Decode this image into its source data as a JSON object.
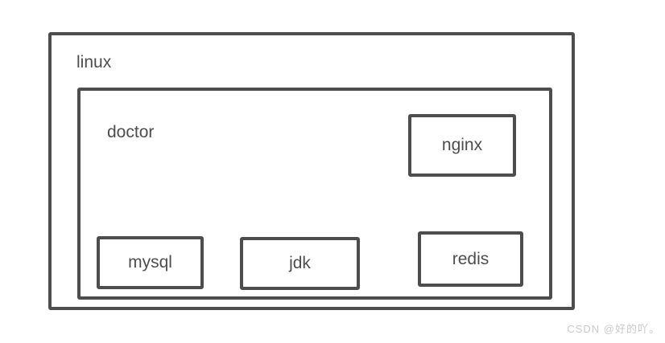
{
  "diagram": {
    "outer_box": {
      "label": "linux"
    },
    "inner_box": {
      "label": "doctor"
    },
    "nodes": [
      {
        "id": "nginx",
        "label": "nginx"
      },
      {
        "id": "mysql",
        "label": "mysql"
      },
      {
        "id": "jdk",
        "label": "jdk"
      },
      {
        "id": "redis",
        "label": "redis"
      }
    ],
    "colors": {
      "border": "#4d4d4d",
      "text": "#4d4d4d",
      "background": "#ffffff",
      "watermark": "#c9c9c9"
    }
  },
  "watermark": {
    "text": "CSDN @好的吖。"
  }
}
